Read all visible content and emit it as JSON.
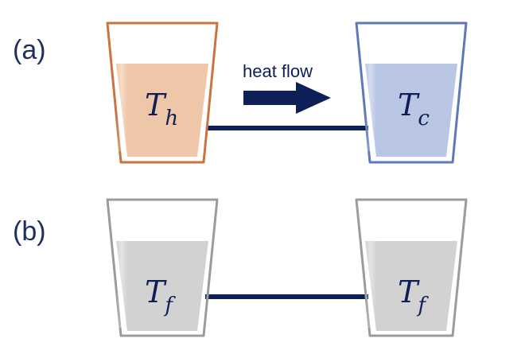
{
  "panels": {
    "a": {
      "label": "(a)",
      "flow_label": "heat flow",
      "left_temp": {
        "symbol": "T",
        "subscript": "h"
      },
      "right_temp": {
        "symbol": "T",
        "subscript": "c"
      }
    },
    "b": {
      "label": "(b)",
      "left_temp": {
        "symbol": "T",
        "subscript": "f"
      },
      "right_temp": {
        "symbol": "T",
        "subscript": "f"
      }
    }
  },
  "colors": {
    "hot_outline": "#c9743f",
    "hot_fill": "#efc7a8",
    "cold_outline": "#5f79b8",
    "cold_fill": "#b9c7e5",
    "neutral_outline": "#9b9b9b",
    "neutral_fill": "#d2d2d2",
    "connector": "#0d1f56",
    "arrow": "#0d1f56",
    "text": "#0d1f56"
  },
  "icons": {
    "heat_flow_arrow": "right-arrow-icon",
    "glass": "beaker-glass-icon"
  }
}
